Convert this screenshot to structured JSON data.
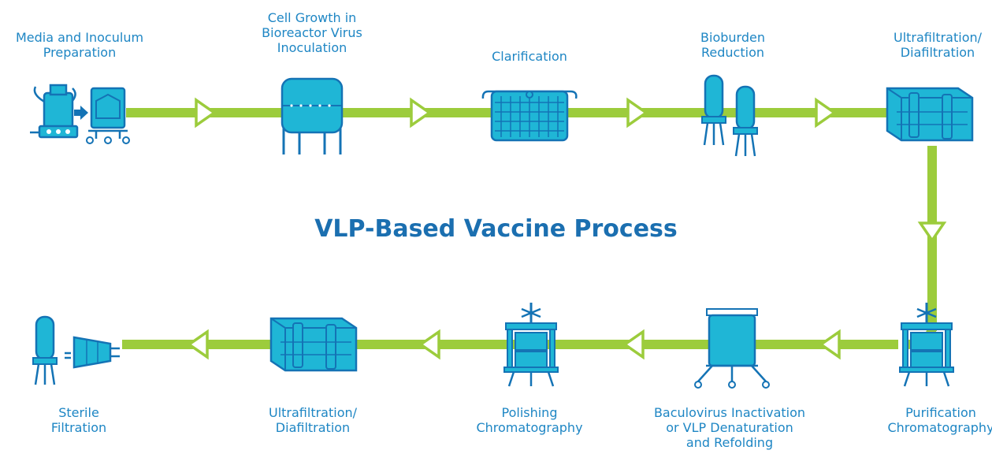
{
  "title": "VLP-Based Vaccine Process",
  "colors": {
    "flow": "#9ccc3c",
    "equipment": "#1fb6d6",
    "outline": "#1473b5",
    "label": "#1e86c4",
    "title": "#1b6fb0"
  },
  "steps": [
    {
      "label": "Media and Inoculum\nPreparation",
      "icon": "media-inoculum-icon"
    },
    {
      "label": "Cell Growth in\nBioreactor Virus\nInoculation",
      "icon": "bioreactor-icon"
    },
    {
      "label": "Clarification",
      "icon": "clarification-filter-icon"
    },
    {
      "label": "Bioburden\nReduction",
      "icon": "bioburden-filter-icon"
    },
    {
      "label": "Ultrafiltration/\nDiafiltration",
      "icon": "tff-cassette-icon"
    },
    {
      "label": "Purification\nChromatography",
      "icon": "chromatography-column-icon"
    },
    {
      "label": "Baculovirus Inactivation\nor VLP Denaturation\nand Refolding",
      "icon": "vessel-icon"
    },
    {
      "label": "Polishing\nChromatography",
      "icon": "chromatography-column-icon"
    },
    {
      "label": "Ultrafiltration/\nDiafiltration",
      "icon": "tff-cassette-icon"
    },
    {
      "label": "Sterile\nFiltration",
      "icon": "sterile-filter-icon"
    }
  ]
}
